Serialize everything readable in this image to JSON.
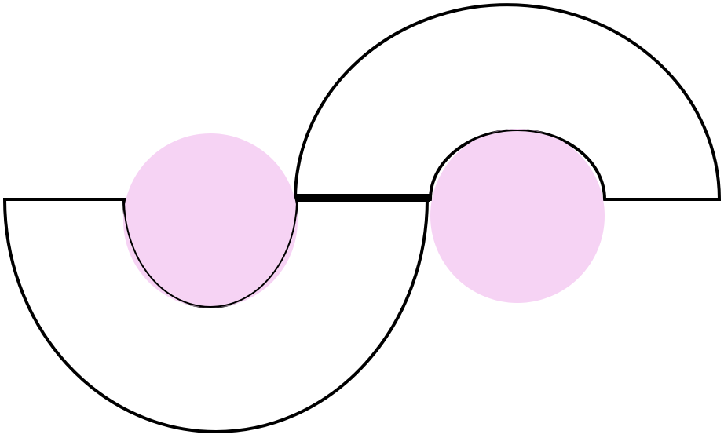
{
  "diagram": {
    "description_visible_text": "",
    "shapes": [
      {
        "kind": "half-annulus",
        "orientation": "opens-up",
        "name": "lower-left-half-ring"
      },
      {
        "kind": "half-annulus",
        "orientation": "opens-down",
        "name": "upper-right-half-ring"
      },
      {
        "kind": "circle",
        "name": "left-pink-disc"
      },
      {
        "kind": "circle",
        "name": "right-pink-disc"
      },
      {
        "kind": "connector",
        "name": "center-bar"
      }
    ],
    "colors": {
      "stroke": "#000000",
      "fill_ring": "#ffffff",
      "fill_disc": "#f6d3f4",
      "background": "#ffffff"
    }
  }
}
